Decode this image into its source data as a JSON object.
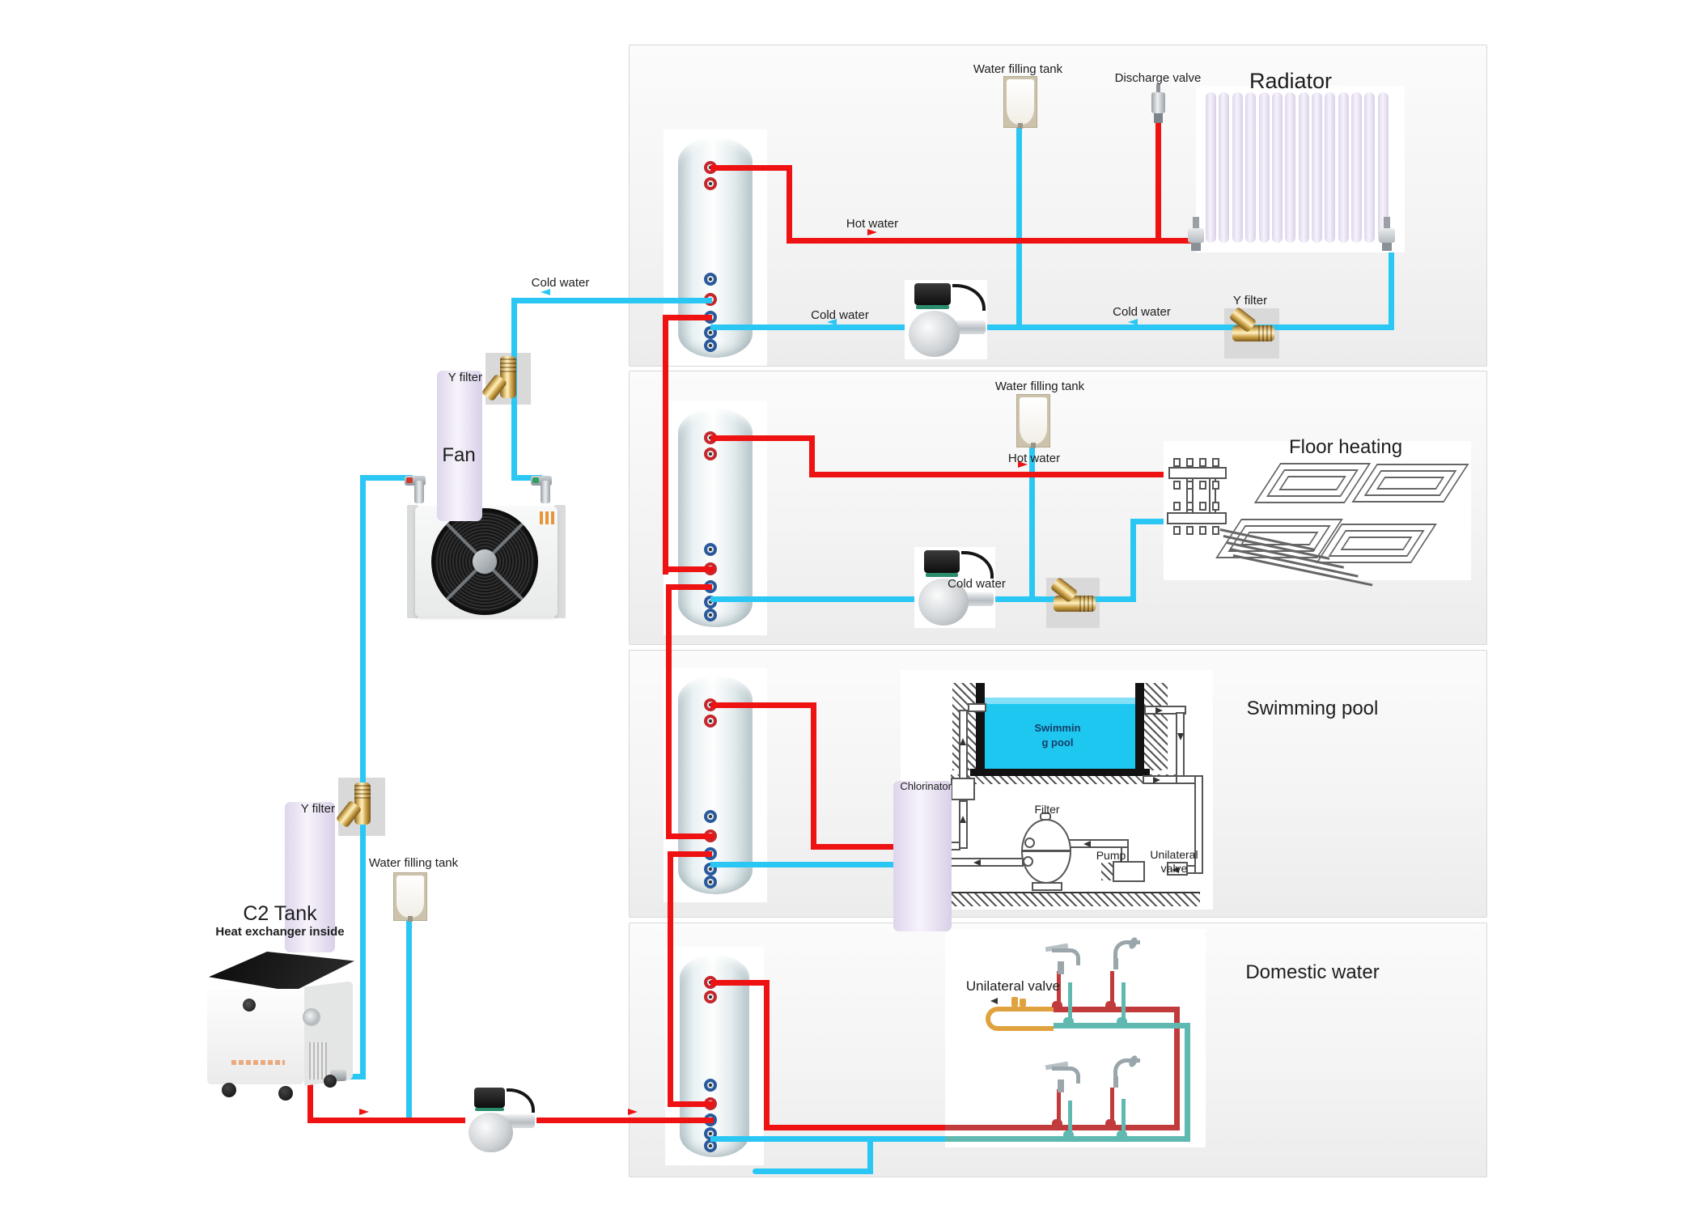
{
  "colors": {
    "hot": "#ee1212",
    "cold": "#2bc7f4",
    "pool_water": "#1ec7f0",
    "dom_hot": "#c23b3c",
    "dom_cold": "#5fb9b1",
    "dom_inlet": "#e0a23e",
    "brass": "#caa045",
    "line": "#555555"
  },
  "left": {
    "cold_water": "Cold water",
    "y_filter_top": "Y filter",
    "fan": "Fan",
    "y_filter_bottom": "Y filter",
    "water_filling_tank": "Water filling tank",
    "c2_title": "C2 Tank",
    "c2_subtitle": "Heat exchanger inside"
  },
  "p1": {
    "title": "Radiator",
    "water_filling_tank": "Water filling tank",
    "discharge_valve": "Discharge valve",
    "hot_water": "Hot water",
    "cold_water_left": "Cold water",
    "cold_water_right": "Cold water",
    "y_filter": "Y filter"
  },
  "p2": {
    "title": "Floor heating",
    "water_filling_tank": "Water filling tank",
    "hot_water": "Hot water",
    "cold_water": "Cold water"
  },
  "p3": {
    "title": "Swimming pool",
    "pool_line1": "Swimmin",
    "pool_line2": "g pool",
    "chlorinator": "Chlorinator",
    "filter": "Filter",
    "pump": "Pump",
    "unilateral_line1": "Unilateral",
    "unilateral_line2": "valve"
  },
  "p4": {
    "title": "Domestic water",
    "unilateral_valve": "Unilateral valve"
  }
}
